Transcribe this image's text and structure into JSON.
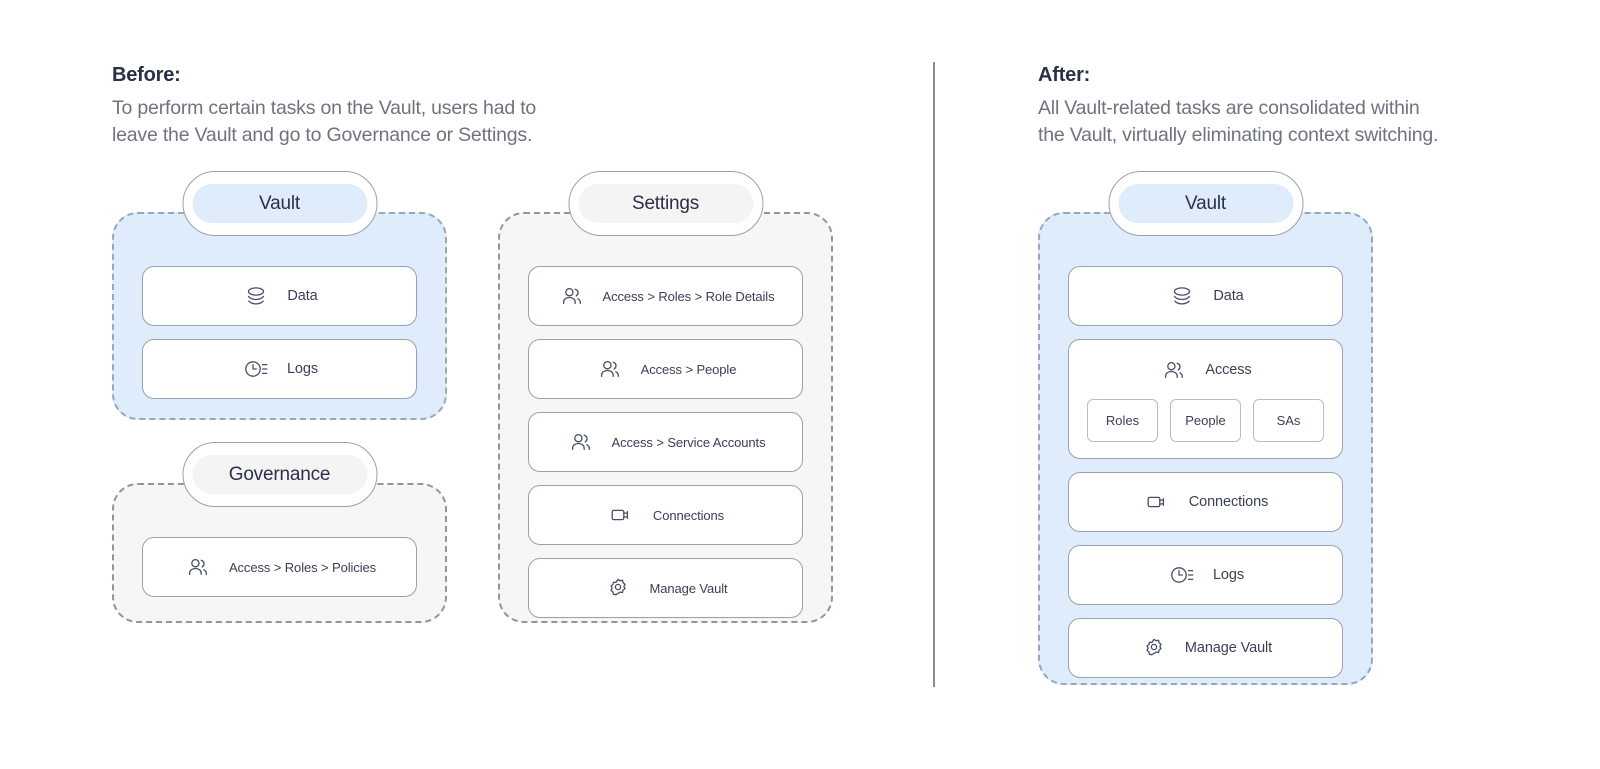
{
  "before": {
    "title": "Before:",
    "subtitle": "To perform certain tasks on the Vault, users had to\nleave the Vault and go to Governance or Settings.",
    "groups": [
      {
        "name": "vault",
        "header": "Vault",
        "theme": "blue",
        "items": [
          {
            "label": "Data",
            "icon": "database-icon"
          },
          {
            "label": "Logs",
            "icon": "clock-log-icon"
          }
        ]
      },
      {
        "name": "governance",
        "header": "Governance",
        "theme": "grey",
        "items": [
          {
            "label": "Access > Roles > Policies",
            "icon": "people-icon"
          }
        ]
      },
      {
        "name": "settings",
        "header": "Settings",
        "theme": "grey",
        "items": [
          {
            "label": "Access > Roles > Role Details",
            "icon": "people-icon"
          },
          {
            "label": "Access > People",
            "icon": "people-icon"
          },
          {
            "label": "Access > Service Accounts",
            "icon": "people-icon"
          },
          {
            "label": "Connections",
            "icon": "plug-icon"
          },
          {
            "label": "Manage Vault",
            "icon": "gear-icon"
          }
        ]
      }
    ]
  },
  "after": {
    "title": "After:",
    "subtitle": "All Vault-related tasks are consolidated within\nthe Vault, virtually eliminating context switching.",
    "group": {
      "name": "vault",
      "header": "Vault",
      "theme": "blue",
      "items": [
        {
          "label": "Data",
          "icon": "database-icon"
        },
        {
          "label": "Access",
          "icon": "people-icon",
          "chips": [
            "Roles",
            "People",
            "SAs"
          ]
        },
        {
          "label": "Connections",
          "icon": "plug-icon"
        },
        {
          "label": "Logs",
          "icon": "clock-log-icon"
        },
        {
          "label": "Manage Vault",
          "icon": "gear-icon"
        }
      ]
    }
  },
  "colors": {
    "vault_fill": "#dfecfc",
    "neutral_fill": "#f6f6f7",
    "border": "#9aa0ad",
    "text": "#2b3046",
    "muted_text": "#6f7380",
    "divider": "#8a8d94"
  }
}
